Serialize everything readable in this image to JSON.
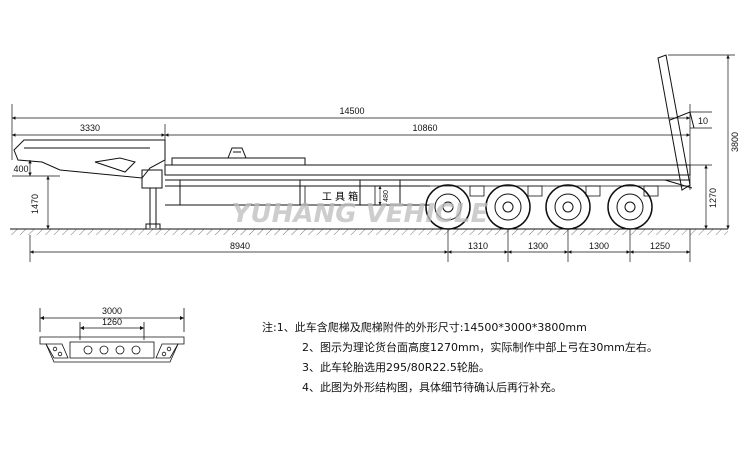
{
  "dimensions": {
    "overall_length": "14500",
    "gooseneck_length": "3330",
    "deck_length": "10860",
    "gooseneck_height": "400",
    "kingpin_height": "1470",
    "toolbox_height": "480",
    "front_to_axle": "8940",
    "axle_spacing_1": "1310",
    "axle_spacing_2": "1300",
    "axle_spacing_3": "1300",
    "rear_overhang": "1250",
    "deck_height": "1270",
    "ramp_offset": "10",
    "total_height": "3800",
    "width": "3000",
    "inner_width": "1260"
  },
  "toolbox_label": "工 具 箱",
  "watermark": "YUHANG VEHICLE",
  "notes": {
    "prefix": "注:",
    "items": [
      "1、此车含爬梯及爬梯附件的外形尺寸:14500*3000*3800mm",
      "2、图示为理论货台面高度1270mm，实际制作中部上弓在30mm左右。",
      "3、此车轮胎选用295/80R22.5轮胎。",
      "4、此图为外形结构图，具体细节待确认后再行补充。"
    ]
  }
}
